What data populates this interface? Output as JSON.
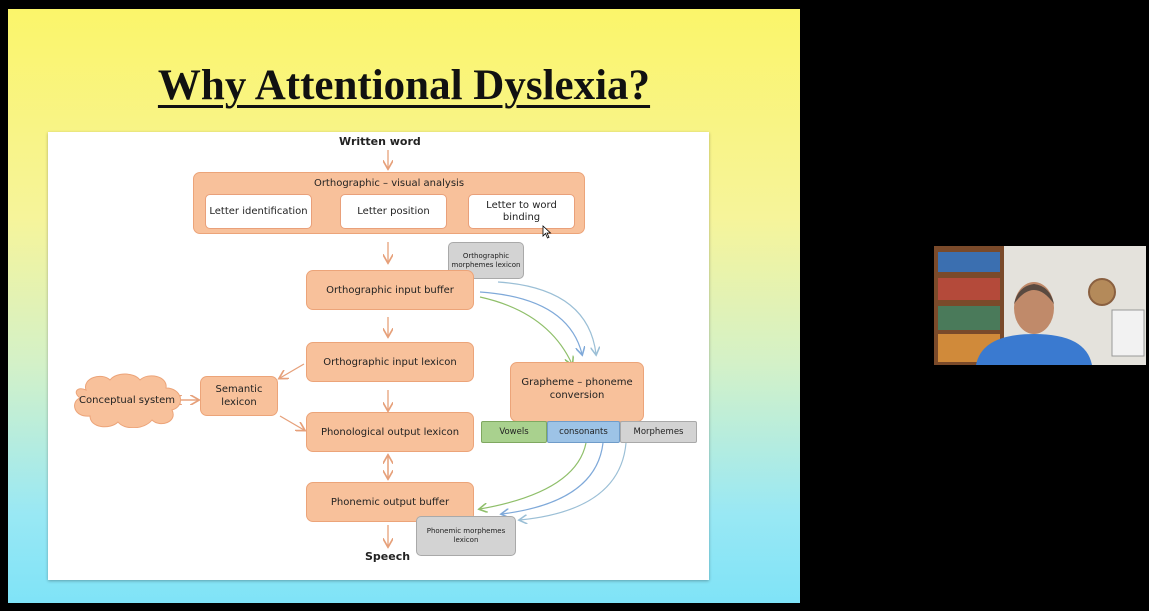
{
  "slide": {
    "title": "Why Attentional Dyslexia?"
  },
  "diagram": {
    "written_word": "Written word",
    "speech": "Speech",
    "orthographic_visual": {
      "title": "Orthographic – visual analysis",
      "letter_identification": "Letter identification",
      "letter_position": "Letter position",
      "letter_to_word": "Letter to word binding"
    },
    "orth_morph_lexicon": "Orthographic morphemes lexicon",
    "orth_input_buffer": "Orthographic input buffer",
    "orth_input_lexicon": "Orthographic input lexicon",
    "conceptual_system": "Conceptual system",
    "semantic_lexicon": "Semantic lexicon",
    "phon_output_lexicon": "Phonological output lexicon",
    "phonemic_output_buffer": "Phonemic output buffer",
    "phon_morph_lexicon": "Phonemic morphemes lexicon",
    "gpc": "Grapheme – phoneme conversion",
    "vowels": "Vowels",
    "consonants": "consonants",
    "morphemes": "Morphemes"
  },
  "colors": {
    "box_fill": "#f8c19b",
    "box_border": "#eca479",
    "vowels": "#a9d18e",
    "consonants": "#9dc3e6",
    "morphemes": "#d3d3d3",
    "arrow": "#e6a07a"
  }
}
